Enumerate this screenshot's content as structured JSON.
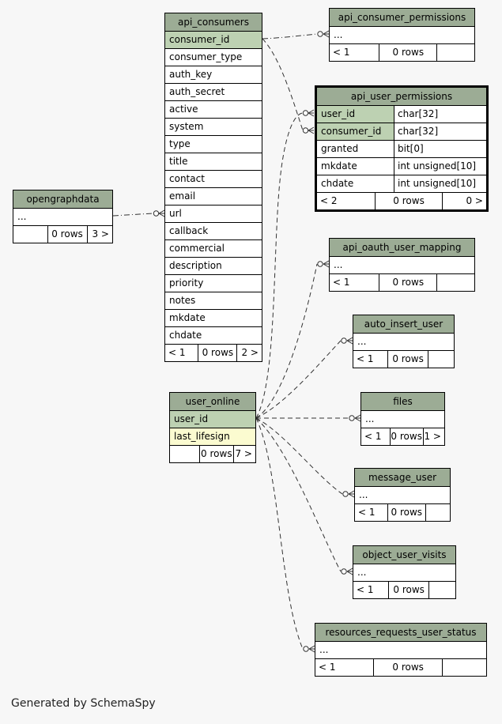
{
  "page": {
    "background": "#f7f7f7",
    "generated_by": "Generated by SchemaSpy"
  },
  "colors": {
    "header_bg": "#9cac95",
    "primary_key_bg": "#bdd1b2",
    "indexed_column_bg": "#fbfbd0",
    "table_bg": "#ffffff",
    "border": "#000000",
    "relation_line": "#333333"
  },
  "ellipsis": "...",
  "tables": {
    "api_consumers": {
      "title": "api_consumers",
      "columns": [
        "consumer_id",
        "consumer_type",
        "auth_key",
        "auth_secret",
        "active",
        "system",
        "type",
        "title",
        "contact",
        "email",
        "url",
        "callback",
        "commercial",
        "description",
        "priority",
        "notes",
        "mkdate",
        "chdate"
      ],
      "footer": {
        "left": "< 1",
        "center": "0 rows",
        "right": "2 >"
      }
    },
    "api_consumer_permissions": {
      "title": "api_consumer_permissions",
      "footer": {
        "left": "< 1",
        "center": "0 rows",
        "right": ""
      }
    },
    "api_user_permissions": {
      "title": "api_user_permissions",
      "rows": [
        {
          "name": "user_id",
          "type": "char[32]"
        },
        {
          "name": "consumer_id",
          "type": "char[32]"
        },
        {
          "name": "granted",
          "type": "bit[0]"
        },
        {
          "name": "mkdate",
          "type": "int unsigned[10]"
        },
        {
          "name": "chdate",
          "type": "int unsigned[10]"
        }
      ],
      "footer": {
        "left": "< 2",
        "center": "0 rows",
        "right": "0 >"
      }
    },
    "api_oauth_user_mapping": {
      "title": "api_oauth_user_mapping",
      "footer": {
        "left": "< 1",
        "center": "0 rows",
        "right": ""
      }
    },
    "auto_insert_user": {
      "title": "auto_insert_user",
      "footer": {
        "left": "< 1",
        "center": "0 rows",
        "right": ""
      }
    },
    "files": {
      "title": "files",
      "footer": {
        "left": "< 1",
        "center": "0 rows",
        "right": "1 >"
      }
    },
    "message_user": {
      "title": "message_user",
      "footer": {
        "left": "< 1",
        "center": "0 rows",
        "right": ""
      }
    },
    "object_user_visits": {
      "title": "object_user_visits",
      "footer": {
        "left": "< 1",
        "center": "0 rows",
        "right": ""
      }
    },
    "resources_requests_user_status": {
      "title": "resources_requests_user_status",
      "footer": {
        "left": "< 1",
        "center": "0 rows",
        "right": ""
      }
    },
    "opengraphdata": {
      "title": "opengraphdata",
      "footer": {
        "left": "",
        "center": "0 rows",
        "right": "3 >"
      }
    },
    "user_online": {
      "title": "user_online",
      "rows": [
        {
          "name": "user_id"
        },
        {
          "name": "last_lifesign"
        }
      ],
      "footer": {
        "left": "",
        "center": "0 rows",
        "right": "7 >"
      }
    }
  },
  "relationships": [
    {
      "from": "opengraphdata",
      "to": "api_consumers.url"
    },
    {
      "from": "api_consumers.consumer_id",
      "to": "api_consumer_permissions"
    },
    {
      "from": "api_consumers.consumer_id",
      "to": "api_user_permissions.consumer_id"
    },
    {
      "from": "user_online.user_id",
      "to": "api_user_permissions.user_id"
    },
    {
      "from": "user_online.user_id",
      "to": "api_oauth_user_mapping"
    },
    {
      "from": "user_online.user_id",
      "to": "auto_insert_user"
    },
    {
      "from": "user_online.user_id",
      "to": "files"
    },
    {
      "from": "user_online.user_id",
      "to": "message_user"
    },
    {
      "from": "user_online.user_id",
      "to": "object_user_visits"
    },
    {
      "from": "user_online.user_id",
      "to": "resources_requests_user_status"
    }
  ]
}
